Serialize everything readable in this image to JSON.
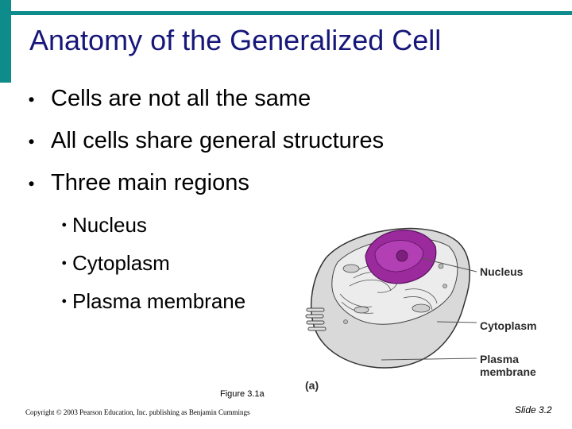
{
  "title": "Anatomy of the Generalized Cell",
  "bullets": [
    "Cells are not all the same",
    "All cells share general structures",
    "Three main regions"
  ],
  "sub_bullets": [
    "Nucleus",
    "Cytoplasm",
    "Plasma membrane"
  ],
  "figure": {
    "labels": {
      "nucleus": "Nucleus",
      "cytoplasm": "Cytoplasm",
      "membrane_line1": "Plasma",
      "membrane_line2": "membrane",
      "panel": "(a)"
    },
    "caption": "Figure 3.1a"
  },
  "footer": {
    "copyright": "Copyright © 2003 Pearson Education, Inc. publishing as Benjamin Cummings",
    "slide": "Slide 3.2"
  },
  "colors": {
    "accent": "#0e8c8c",
    "title": "#17177a",
    "nucleus": "#9b2a9c"
  },
  "icons": {
    "bullet": "circle-bullet-icon"
  }
}
